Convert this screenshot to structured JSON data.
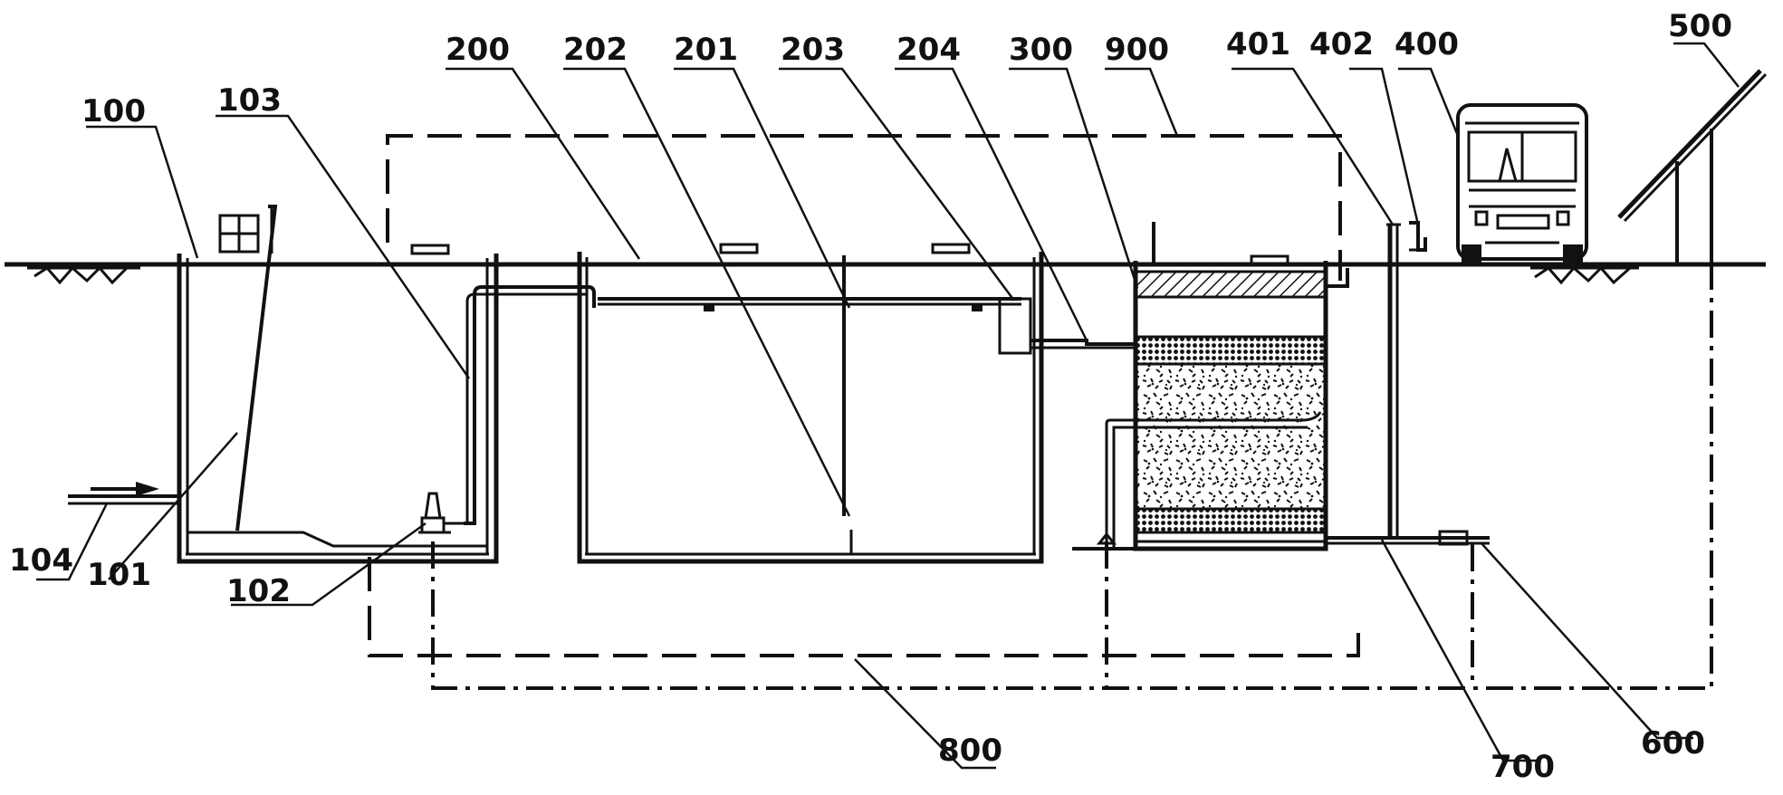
{
  "labels": {
    "l100": "100",
    "l101": "101",
    "l102": "102",
    "l103": "103",
    "l104": "104",
    "l200": "200",
    "l201": "201",
    "l202": "202",
    "l203": "203",
    "l204": "204",
    "l300": "300",
    "l400": "400",
    "l401": "401",
    "l402": "402",
    "l500": "500",
    "l600": "600",
    "l700": "700",
    "l800": "800",
    "l900": "900"
  },
  "colors": {
    "line": "#111111",
    "background": "#ffffff"
  }
}
